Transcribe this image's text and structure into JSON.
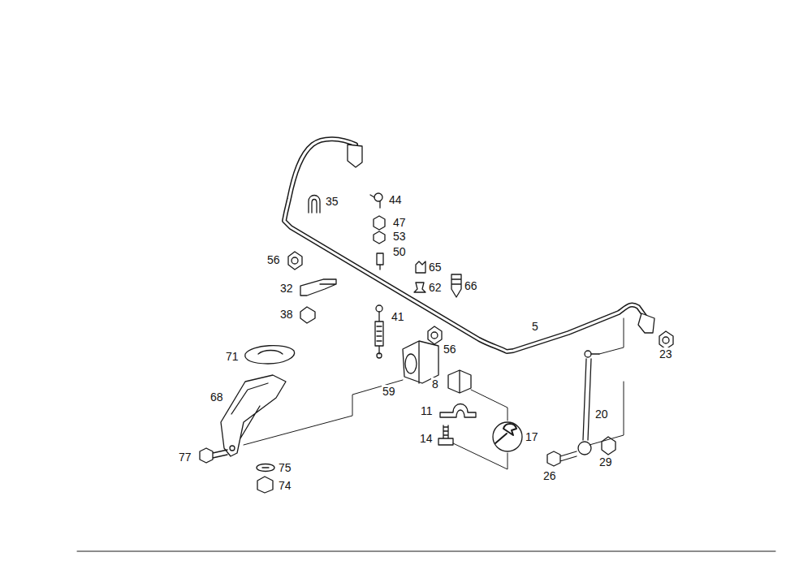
{
  "diagram": {
    "labels": [
      "35",
      "44",
      "47",
      "53",
      "56",
      "50",
      "65",
      "62",
      "66",
      "32",
      "38",
      "41",
      "5",
      "56",
      "23",
      "71",
      "59",
      "8",
      "68",
      "11",
      "20",
      "17",
      "14",
      "77",
      "26",
      "29",
      "75",
      "74"
    ]
  }
}
